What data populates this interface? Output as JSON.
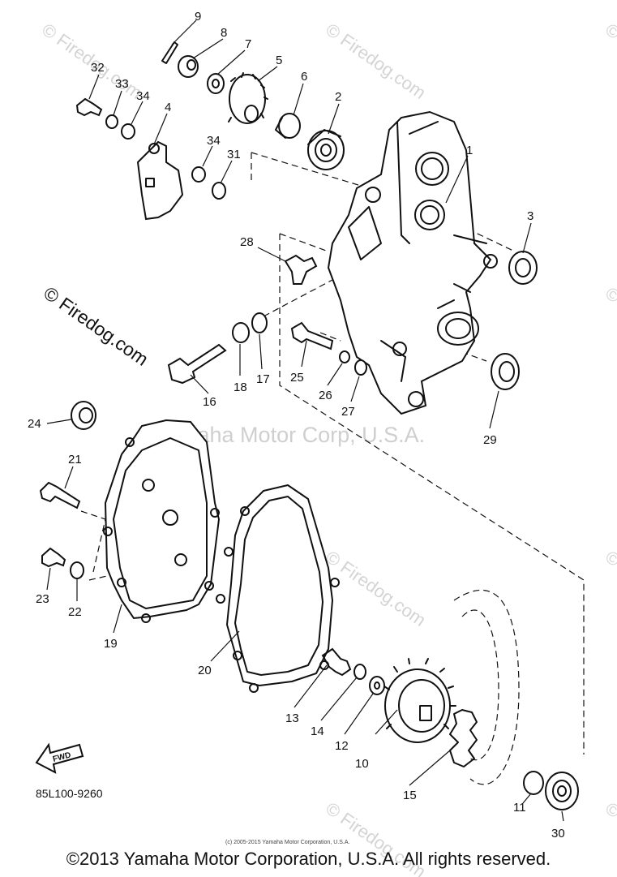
{
  "watermarks": {
    "site": "© Firedog.com",
    "owner": "Yamaha Motor Corp, U.S.A."
  },
  "parts": [
    {
      "number": "1"
    },
    {
      "number": "2"
    },
    {
      "number": "3"
    },
    {
      "number": "4"
    },
    {
      "number": "5"
    },
    {
      "number": "6"
    },
    {
      "number": "7"
    },
    {
      "number": "8"
    },
    {
      "number": "9"
    },
    {
      "number": "10"
    },
    {
      "number": "11"
    },
    {
      "number": "12"
    },
    {
      "number": "13"
    },
    {
      "number": "14"
    },
    {
      "number": "15"
    },
    {
      "number": "16"
    },
    {
      "number": "17"
    },
    {
      "number": "18"
    },
    {
      "number": "19"
    },
    {
      "number": "20"
    },
    {
      "number": "21"
    },
    {
      "number": "22"
    },
    {
      "number": "23"
    },
    {
      "number": "24"
    },
    {
      "number": "25"
    },
    {
      "number": "26"
    },
    {
      "number": "27"
    },
    {
      "number": "28"
    },
    {
      "number": "29"
    },
    {
      "number": "30"
    },
    {
      "number": "31"
    },
    {
      "number": "32"
    },
    {
      "number": "33"
    },
    {
      "number": "34"
    },
    {
      "number": "34"
    }
  ],
  "fwd_label": "FWD",
  "diagram_code": "85L100-9260",
  "fine_print": "(c) 2005-2015 Yamaha Motor Corporation, U.S.A.",
  "copyright": "©2013 Yamaha Motor Corporation, U.S.A. All rights reserved."
}
